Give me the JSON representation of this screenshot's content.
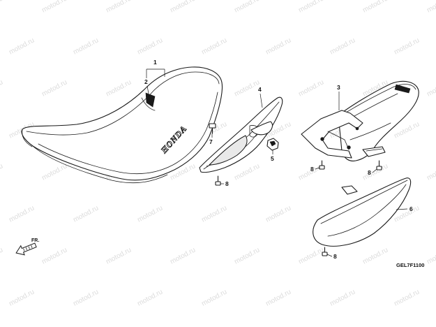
{
  "watermark": "motod.ru",
  "diagram_code": "GEL7F1100",
  "direction_label": "FR.",
  "seat_brand": "HONDA",
  "callouts": [
    {
      "id": "1",
      "part": "seat"
    },
    {
      "id": "2",
      "part": "seat-latch"
    },
    {
      "id": "3",
      "part": "rear-fender"
    },
    {
      "id": "4",
      "part": "side-cover"
    },
    {
      "id": "5",
      "part": "grommet"
    },
    {
      "id": "6",
      "part": "rear-fender-cover"
    },
    {
      "id": "7",
      "part": "bolt"
    },
    {
      "id": "8",
      "part": "screw"
    }
  ]
}
